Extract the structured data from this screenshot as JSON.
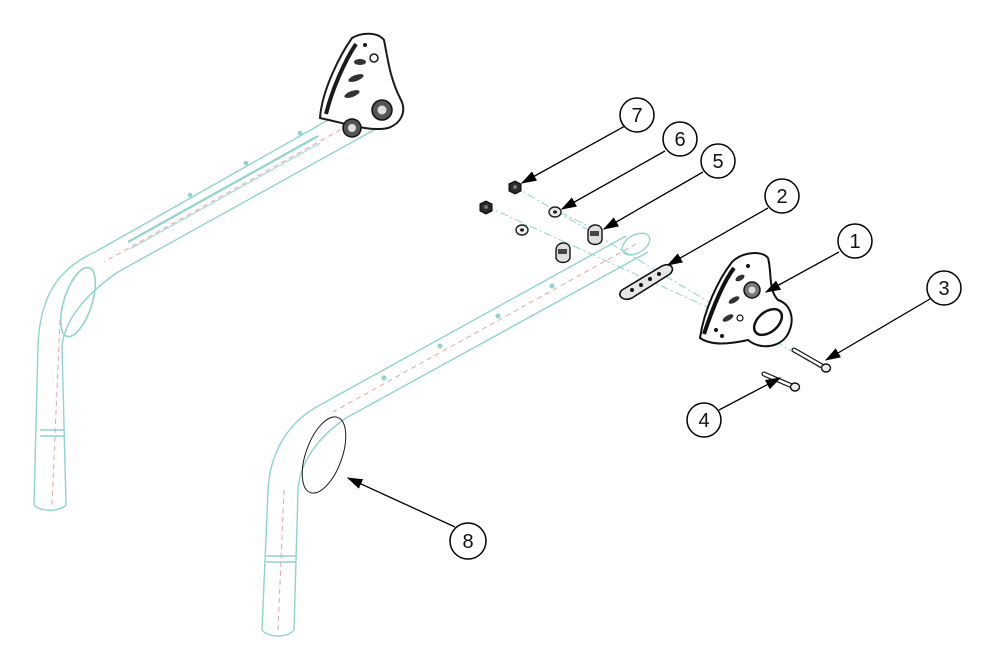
{
  "callouts": [
    {
      "id": "callout-1",
      "label": "1"
    },
    {
      "id": "callout-2",
      "label": "2"
    },
    {
      "id": "callout-3",
      "label": "3"
    },
    {
      "id": "callout-4",
      "label": "4"
    },
    {
      "id": "callout-5",
      "label": "5"
    },
    {
      "id": "callout-6",
      "label": "6"
    },
    {
      "id": "callout-7",
      "label": "7"
    },
    {
      "id": "callout-8",
      "label": "8"
    }
  ],
  "colors": {
    "tube_outline": "#8fd3cf",
    "tube_dashed": "#e4a3a3",
    "hardware": "#1a1a1a",
    "leader": "#000000"
  }
}
